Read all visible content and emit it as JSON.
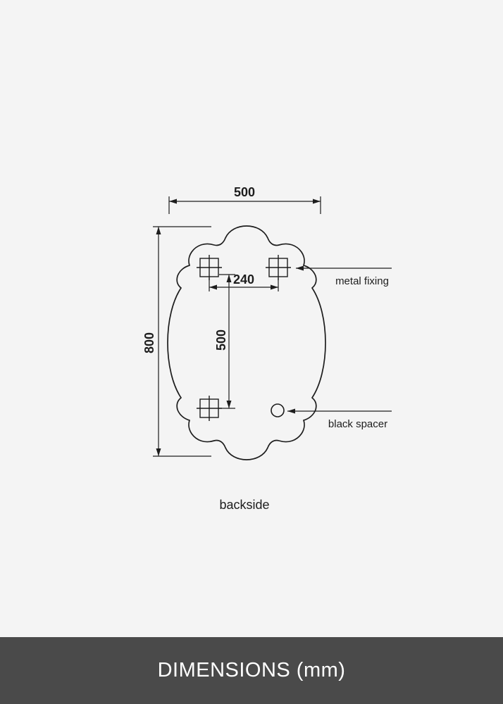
{
  "drawing": {
    "caption": "backside",
    "width_mm": "500",
    "height_mm": "800",
    "fixing_spacing_horizontal_mm": "240",
    "fixing_spacing_vertical_mm": "500",
    "metal_fixing_label": "metal fixing",
    "black_spacer_label": "black spacer"
  },
  "footer": {
    "title": "DIMENSIONS (mm)"
  },
  "colors": {
    "page_background": "#f4f4f4",
    "line": "#1d1d1d",
    "footer_background": "#4a4a4a",
    "footer_text": "#ffffff"
  }
}
